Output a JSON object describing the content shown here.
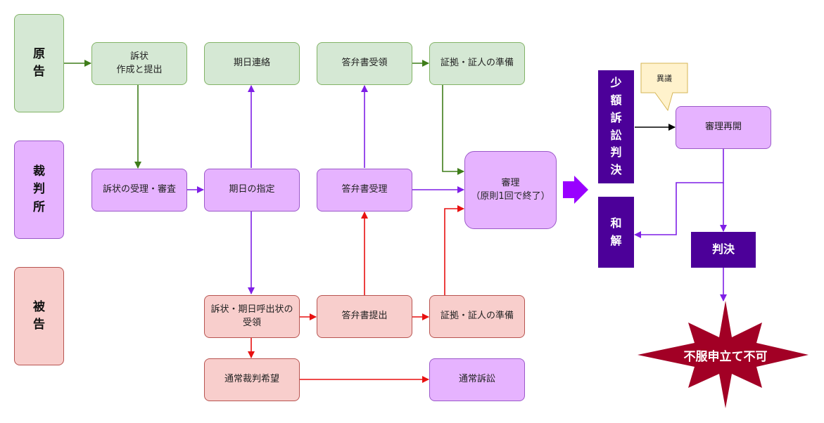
{
  "lanes": {
    "plaintiff": "原\n告",
    "court": "裁\n判\n所",
    "defendant": "被\n告"
  },
  "nodes": {
    "complaint": "訴状\n作成と提出",
    "date_notice": "期日連絡",
    "answer_received_plaintiff": "答弁書受領",
    "evidence_plaintiff": "証拠・証人の準備",
    "complaint_review": "訴状の受理・審査",
    "date_set": "期日の指定",
    "answer_accepted": "答弁書受理",
    "hearing": "審理\n（原則1回で終了）",
    "summons_received": "訴状・期日呼出状の\n受領",
    "answer_submit": "答弁書提出",
    "evidence_defendant": "証拠・証人の準備",
    "regular_request": "通常裁判希望",
    "regular_suit": "通常訴訟",
    "small_claims_judgment": "少\n額\n訴\n訟\n判\n決",
    "objection": "異議",
    "rehearing": "審理再開",
    "settlement": "和\n解",
    "judgment": "判決",
    "no_appeal": "不服申立て不可"
  },
  "colors": {
    "green_fill": "#d5e8d4",
    "green_line": "#3f7d1a",
    "purple_fill": "#e6b3ff",
    "purple_line": "#7f1fe6",
    "red_fill": "#f8cecc",
    "red_line": "#e81010",
    "dark_purple": "#4c0099",
    "burst": "#a20025",
    "note_fill": "#fff2cc"
  }
}
